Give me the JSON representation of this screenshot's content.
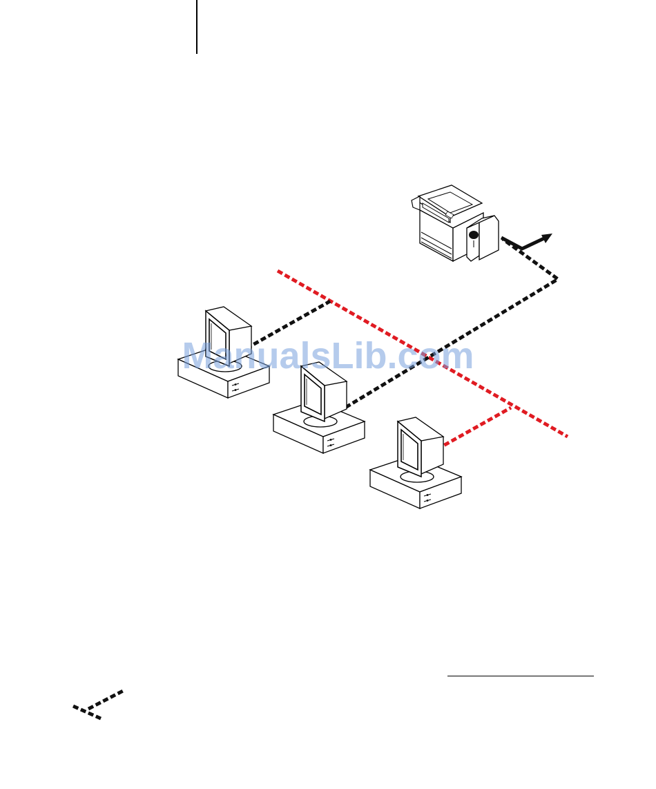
{
  "watermark": "ManualsLib.com",
  "colors": {
    "ethernet_black": "#111111",
    "ethernet_red": "#e01b22",
    "watermark": "#7aa0dc",
    "line": "#000000"
  },
  "devices": [
    {
      "id": "copier-with-server",
      "kind": "copier",
      "icon": "copier-icon"
    },
    {
      "id": "computer-1",
      "kind": "computer",
      "icon": "computer-icon"
    },
    {
      "id": "computer-2",
      "kind": "computer",
      "icon": "computer-icon"
    },
    {
      "id": "computer-3",
      "kind": "computer",
      "icon": "computer-icon"
    }
  ],
  "connections": [
    {
      "from": "computer-1",
      "to": "black-segment-bend",
      "style": "black-dashed"
    },
    {
      "from": "computer-2",
      "to": "copier-with-server",
      "style": "black-dashed"
    },
    {
      "from": "computer-3",
      "to": "red-segment",
      "style": "red-dashed"
    }
  ]
}
